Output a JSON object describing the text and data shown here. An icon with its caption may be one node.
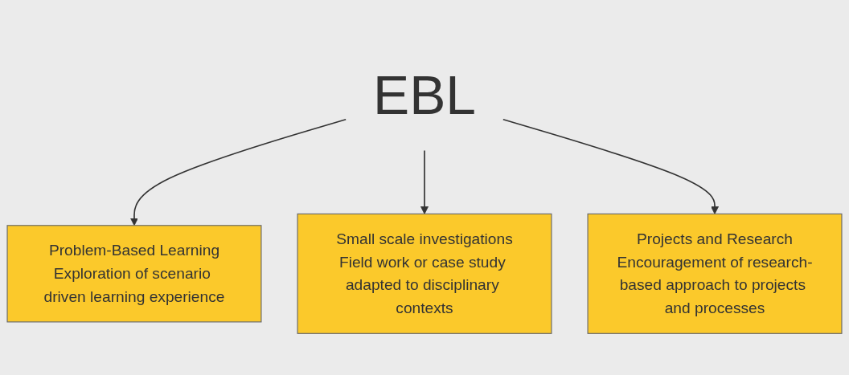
{
  "diagram": {
    "nodes": [
      {
        "text": [
          "EBL"
        ]
      },
      {
        "text": [
          "Problem-Based Learning",
          "Exploration of scenario driven learning experience"
        ]
      },
      {
        "text": [
          "Small scale investigations",
          "Field work or case study adapted to disciplinary contexts"
        ]
      },
      {
        "text": [
          "Projects and Research",
          "Encouragement of research-based approach to projects and processes"
        ]
      }
    ],
    "edges": [
      {
        "from": 0,
        "to": 1,
        "arrow": "to"
      },
      {
        "from": 0,
        "to": 2,
        "arrow": "to"
      },
      {
        "from": 0,
        "to": 3,
        "arrow": "to"
      }
    ]
  }
}
